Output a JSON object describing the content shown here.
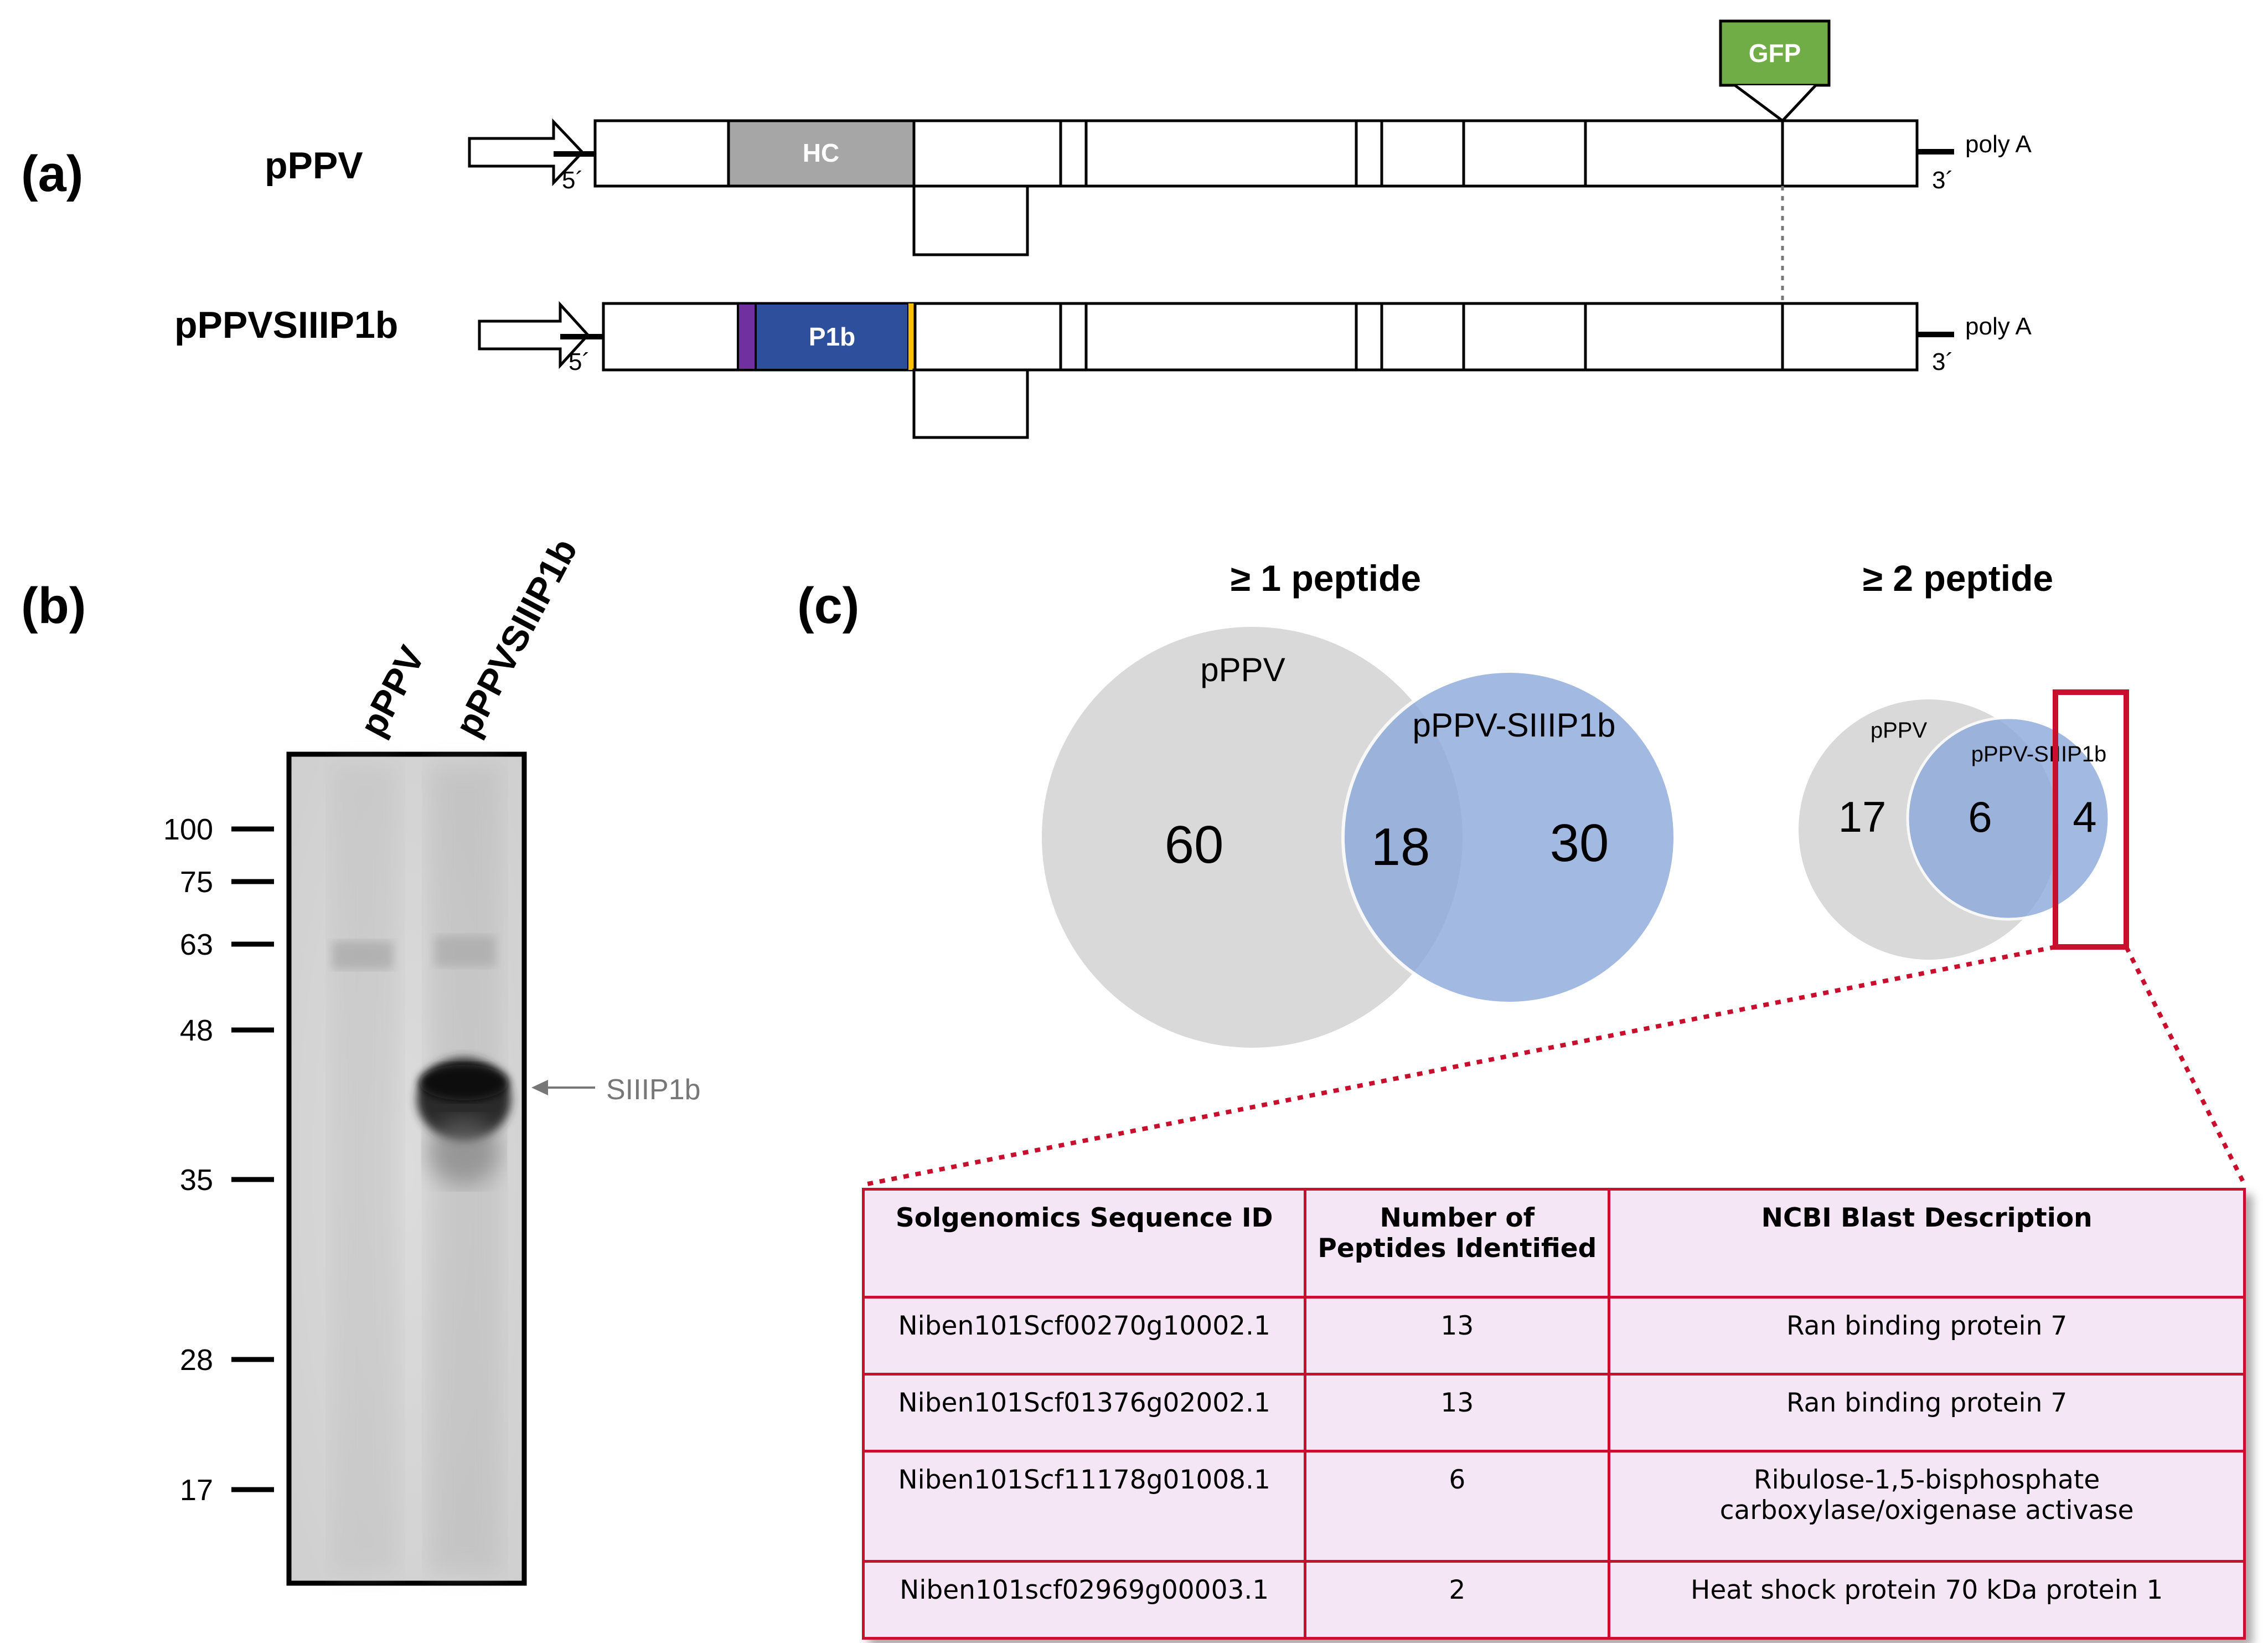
{
  "panel_a": {
    "label": "(a)",
    "constructs": [
      {
        "name": "pPPV",
        "end5": "5´",
        "end3": "3´",
        "tail": "poly A",
        "domain_label": "HC"
      },
      {
        "name": "pPPVSIIIP1b",
        "end5": "5´",
        "end3": "3´",
        "tail": "poly A",
        "domain_label": "P1b"
      }
    ],
    "insert_label": "GFP",
    "colors": {
      "hc": "#a6a6a6",
      "p1b": "#2e4f9c",
      "gfp": "#70ad47",
      "purple_band": "#7030a0",
      "orange_band": "#ffc000"
    }
  },
  "panel_b": {
    "label": "(b)",
    "lanes": [
      "pPPV",
      "pPPVSIIIP1b"
    ],
    "markers": [
      "100",
      "75",
      "63",
      "48",
      "35",
      "28",
      "17"
    ],
    "band_label": "SIIIP1b"
  },
  "panel_c": {
    "label": "(c)",
    "venn": [
      {
        "title": "≥ 1 peptide",
        "set_a": "pPPV",
        "set_b": "pPPV-SIIIP1b",
        "only_a": "60",
        "both": "18",
        "only_b": "30"
      },
      {
        "title": "≥ 2 peptide",
        "set_a": "pPPV",
        "set_b": "pPPV-SIIIP1b",
        "only_a": "17",
        "both": "6",
        "only_b": "4"
      }
    ],
    "colors": {
      "set_a": "#d9d9d9",
      "set_b": "#8eaadb",
      "overlap": "#7f95bf",
      "highlight": "#c8102e"
    },
    "table": {
      "headers": [
        "Solgenomics Sequence ID",
        "Number of Peptides Identified",
        "NCBI Blast Description"
      ],
      "rows": [
        [
          "Niben101Scf00270g10002.1",
          "13",
          "Ran binding protein 7"
        ],
        [
          "Niben101Scf01376g02002.1",
          "13",
          "Ran binding protein 7"
        ],
        [
          "Niben101Scf11178g01008.1",
          "6",
          "Ribulose-1,5-bisphosphate carboxylase/oxigenase activase"
        ],
        [
          "Niben101scf02969g00003.1",
          "2",
          "Heat shock protein 70 kDa protein 1"
        ]
      ]
    }
  }
}
